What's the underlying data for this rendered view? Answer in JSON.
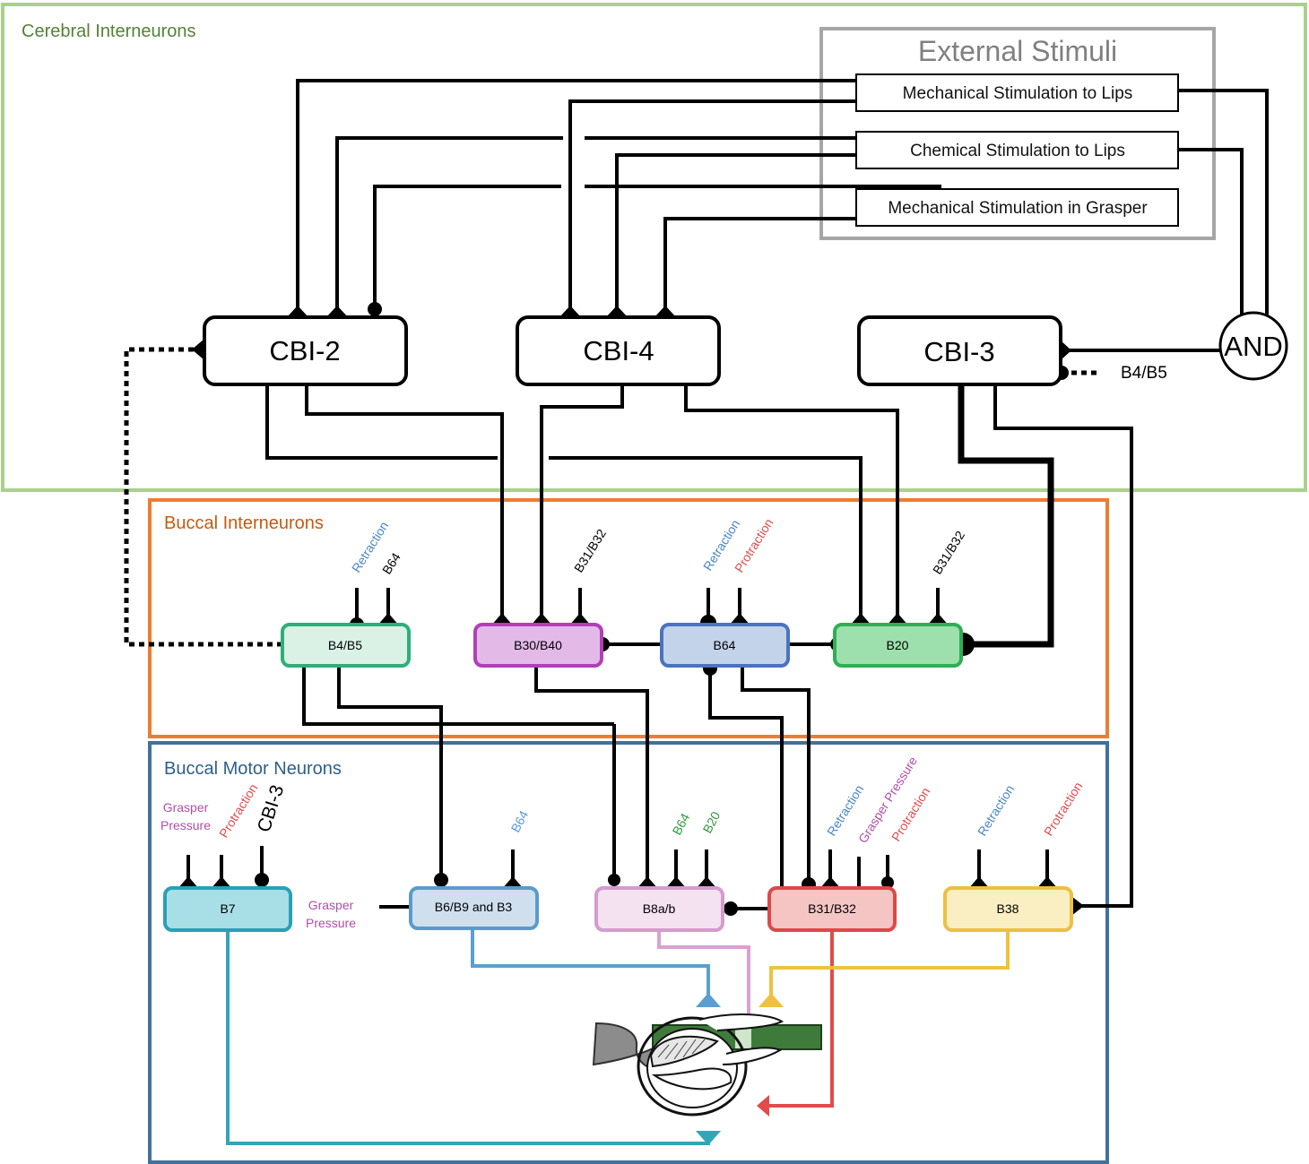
{
  "regions": {
    "cerebral": {
      "title": "Cerebral Interneurons",
      "color": "#a9d18e",
      "title_color": "#548235"
    },
    "buccal_inter": {
      "title": "Buccal Interneurons",
      "color": "#ed7d31",
      "title_color": "#c55a11"
    },
    "buccal_motor": {
      "title": "Buccal Motor Neurons",
      "color": "#41719c",
      "title_color": "#2e5f8a"
    }
  },
  "external_stimuli": {
    "title": "External Stimuli",
    "items": [
      "Mechanical Stimulation to Lips",
      "Chemical Stimulation to Lips",
      "Mechanical Stimulation in Grasper"
    ]
  },
  "gate": {
    "label": "AND"
  },
  "cbi": {
    "cbi2": "CBI-2",
    "cbi4": "CBI-4",
    "cbi3": "CBI-3",
    "cbi3_input": "B4/B5"
  },
  "interneurons": {
    "b4b5": {
      "label": "B4/B5",
      "inputs": [
        "Retraction",
        "B64"
      ]
    },
    "b30b40": {
      "label": "B30/B40",
      "inputs": [
        "B31/B32"
      ]
    },
    "b64": {
      "label": "B64",
      "inputs": [
        "Retraction",
        "Protraction"
      ]
    },
    "b20": {
      "label": "B20",
      "inputs": [
        "B31/B32"
      ]
    }
  },
  "motor_neurons": {
    "b7": {
      "label": "B7",
      "inputs": [
        "Grasper Pressure",
        "Protraction",
        "CBI-3"
      ]
    },
    "b6": {
      "label": "B6/B9 and B3",
      "side_input": "Grasper Pressure",
      "inputs": [
        "B64"
      ]
    },
    "b8": {
      "label": "B8a/b",
      "inputs": [
        "B64",
        "B20"
      ]
    },
    "b31": {
      "label": "B31/B32",
      "inputs": [
        "Retraction",
        "Grasper Pressure",
        "Protraction"
      ]
    },
    "b38": {
      "label": "B38",
      "inputs": [
        "Retraction",
        "Protraction"
      ]
    }
  },
  "colors": {
    "retraction": "#4a86c5",
    "protraction": "#e04a4a",
    "grasper_pressure": "#b04fa7",
    "b64_tag": "#5b9bd5",
    "b8_b64_tag": "#2e9b3e",
    "b8_b20_tag": "#2e9b3e",
    "b4b5_fill": "#daf2e6",
    "b4b5_stroke": "#2eae7a",
    "b30_fill": "#e3b9e8",
    "b30_stroke": "#b03fb8",
    "b64_fill": "#c3d3ea",
    "b64_stroke": "#4a73bf",
    "b20_fill": "#9de0ad",
    "b20_stroke": "#2fae55",
    "b7_fill": "#a8dfe6",
    "b7_stroke": "#2aa0b5",
    "b6_fill": "#cfdfee",
    "b6_stroke": "#5a9bcb",
    "b8_fill": "#f4e2f1",
    "b8_stroke": "#d49ccd",
    "b31_fill": "#f5c5c4",
    "b31_stroke": "#de4848",
    "b38_fill": "#faefc2",
    "b38_stroke": "#ebc043",
    "out_b7": "#30a7b8",
    "out_b6": "#5a9fd0",
    "out_b8": "#d8a2d2",
    "out_b31": "#e24b4b",
    "out_b38": "#efc13f"
  },
  "icons": [
    "buccal-mass-icon",
    "grasper-icon",
    "seaweed-strip-icon"
  ]
}
